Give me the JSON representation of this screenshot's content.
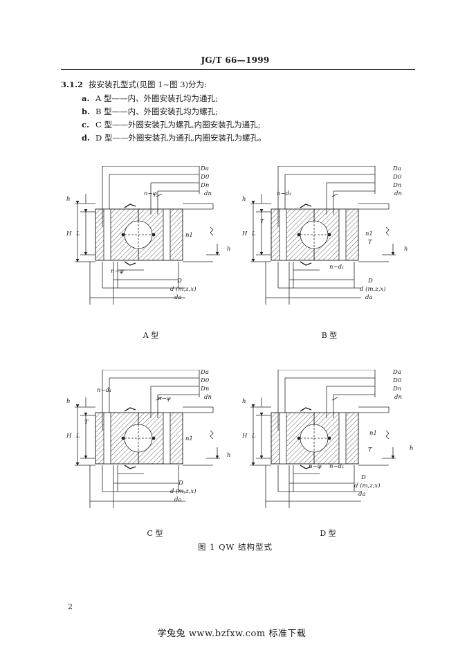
{
  "header": {
    "standard_no": "JG/T 66—1999"
  },
  "clause": {
    "number": "3.1.2",
    "text": "按安装孔型式(见图 1~图 3)分为:",
    "items": [
      {
        "mark": "a.",
        "text": "A 型——内、外圈安装孔均为通孔;"
      },
      {
        "mark": "b.",
        "text": "B 型——内、外圈安装孔均为螺孔;"
      },
      {
        "mark": "c.",
        "text": "C 型——外圈安装孔为螺孔,内圈安装孔为通孔;"
      },
      {
        "mark": "d.",
        "text": "D 型——外圈安装孔为通孔,内圈安装孔为螺孔。"
      }
    ]
  },
  "dimensions": {
    "Da": "Da",
    "D0": "D0",
    "Dn": "Dn",
    "dn": "dn",
    "D": "D",
    "d": "d (m,z,x)",
    "da": "da",
    "H": "H",
    "L": "L",
    "h": "h",
    "T": "T",
    "n1": "n1"
  },
  "holes": {
    "through": "n−φ",
    "tapped": "n−d₁"
  },
  "figures": {
    "A": {
      "caption": "A 型"
    },
    "B": {
      "caption": "B 型"
    },
    "C": {
      "caption": "C 型"
    },
    "D": {
      "caption": "D 型"
    }
  },
  "figure_caption": "图 1   QW 结构型式",
  "page_number": "2",
  "footer": {
    "watermark": "学兔兔 www.bzfxw.com 标准下载"
  }
}
